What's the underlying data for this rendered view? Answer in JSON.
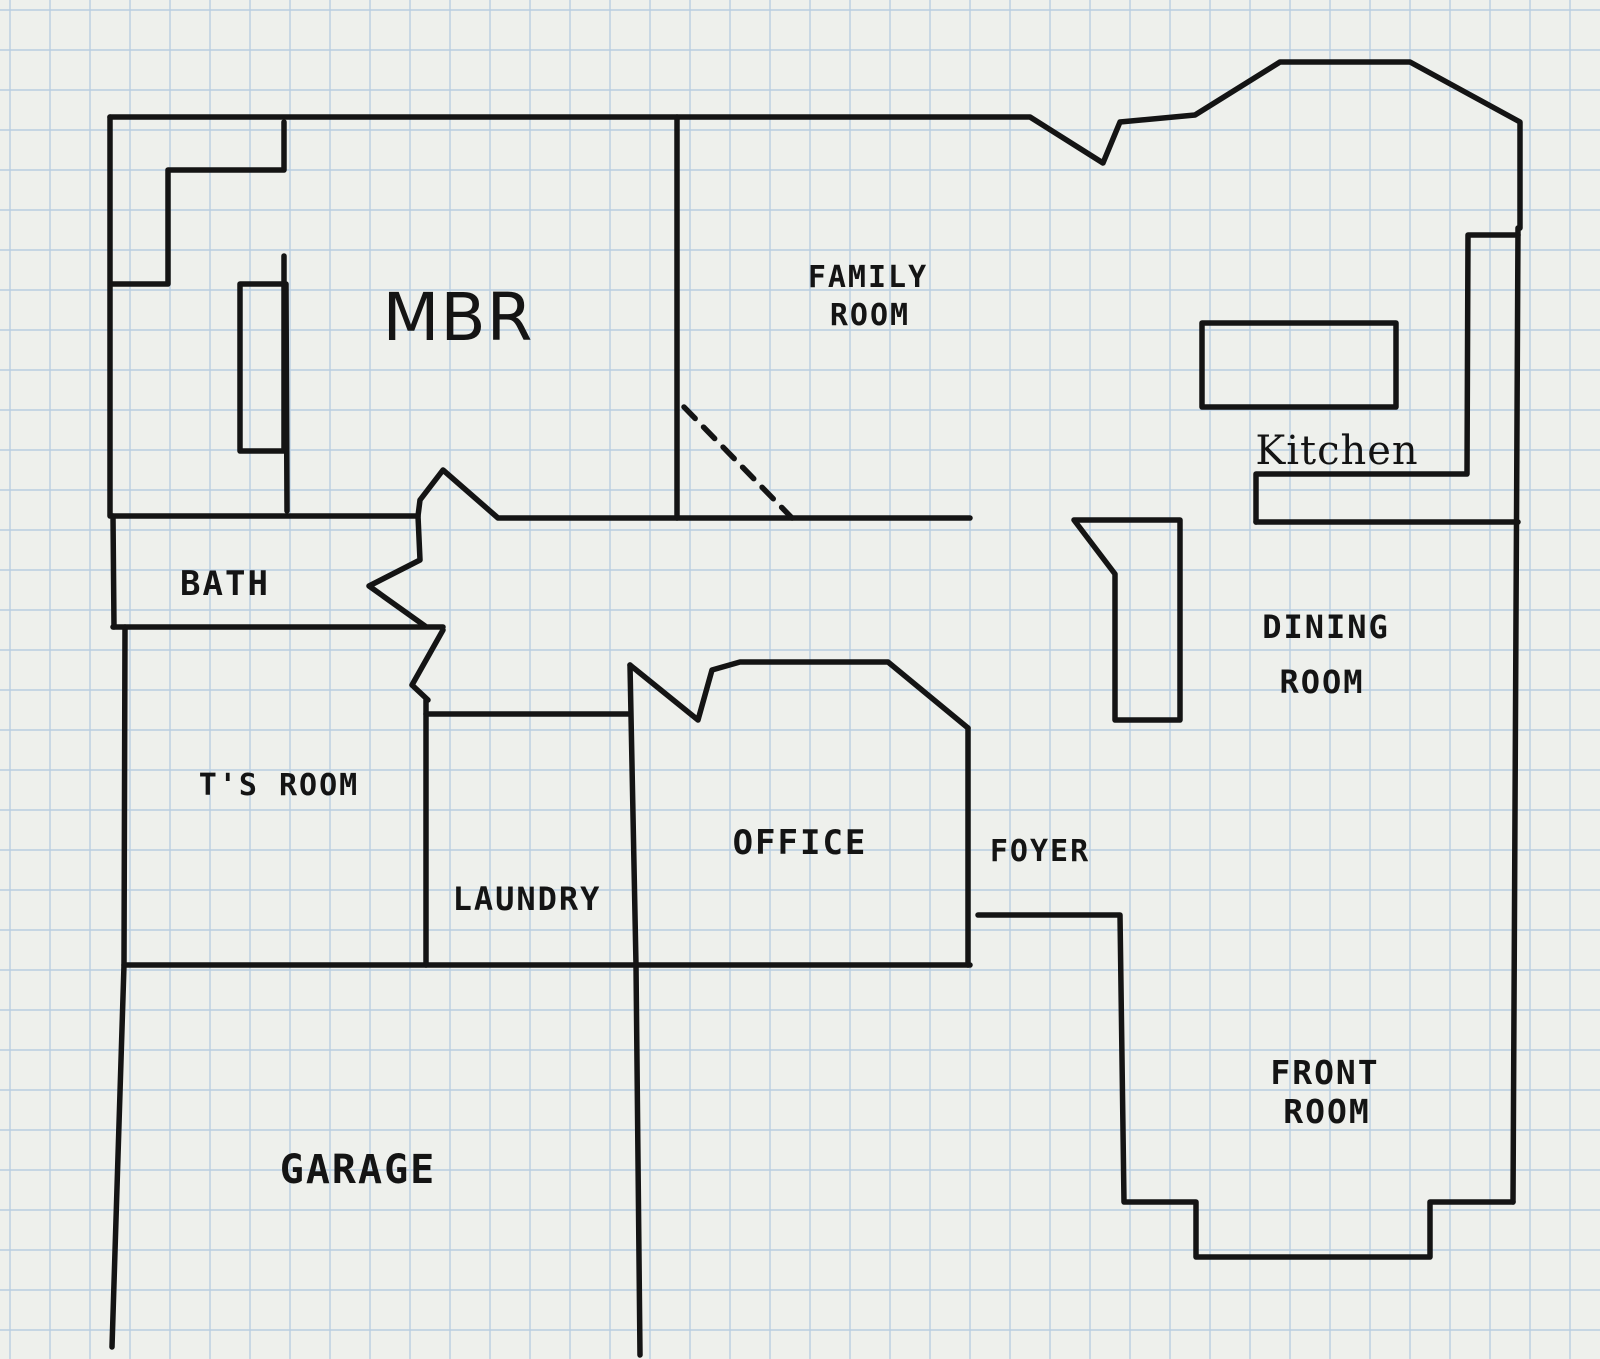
{
  "rooms": {
    "mbr": "MBR",
    "family_room": [
      "FAMILY",
      "ROOM"
    ],
    "kitchen": "Kitchen",
    "bath": "BATH",
    "dining_room": [
      "DINING",
      "ROOM"
    ],
    "ts_room": "T'S ROOM",
    "office": "OFFICE",
    "foyer": "FOYER",
    "laundry": "LAUNDRY",
    "front_room": [
      "FRONT",
      "ROOM"
    ],
    "garage": "GARAGE"
  },
  "colors": {
    "paper": "#eef0ec",
    "grid": "#b9cde0",
    "ink": "#141414"
  }
}
